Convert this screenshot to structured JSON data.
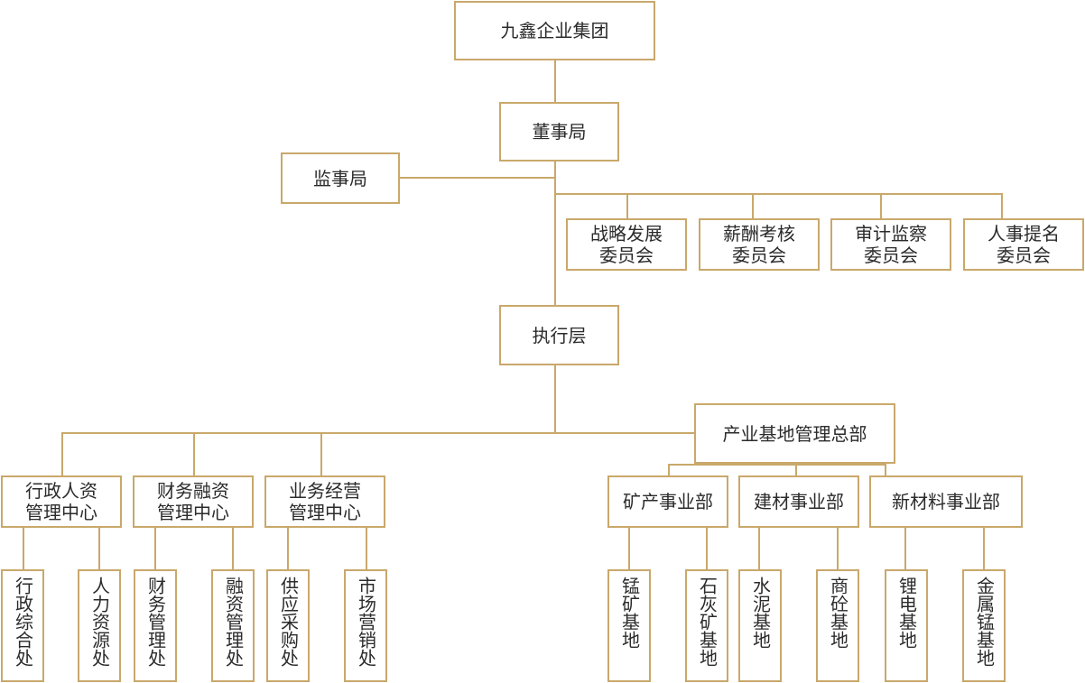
{
  "colors": {
    "border": "#c9a86b",
    "line": "#c9a86b",
    "text": "#2b2b2b",
    "background": "#ffffff"
  },
  "top": "九鑫企业集团",
  "board": "董事局",
  "supervisory": "监事局",
  "committees": [
    {
      "line1": "战略发展",
      "line2": "委员会"
    },
    {
      "line1": "薪酬考核",
      "line2": "委员会"
    },
    {
      "line1": "审计监察",
      "line2": "委员会"
    },
    {
      "line1": "人事提名",
      "line2": "委员会"
    }
  ],
  "executive": "执行层",
  "industry_hq": "产业基地管理总部",
  "centers": [
    {
      "line1": "行政人资",
      "line2": "管理中心",
      "units": [
        "行政综合处",
        "人力资源处"
      ]
    },
    {
      "line1": "财务融资",
      "line2": "管理中心",
      "units": [
        "财务管理处",
        "融资管理处"
      ]
    },
    {
      "line1": "业务经营",
      "line2": "管理中心",
      "units": [
        "供应采购处",
        "市场营销处"
      ]
    }
  ],
  "divisions": [
    {
      "name": "矿产事业部",
      "units": [
        "锰矿基地",
        "石灰矿基地"
      ]
    },
    {
      "name": "建材事业部",
      "units": [
        "水泥基地",
        "商砼基地"
      ]
    },
    {
      "name": "新材料事业部",
      "units": [
        "锂电基地",
        "金属锰基地"
      ]
    }
  ]
}
